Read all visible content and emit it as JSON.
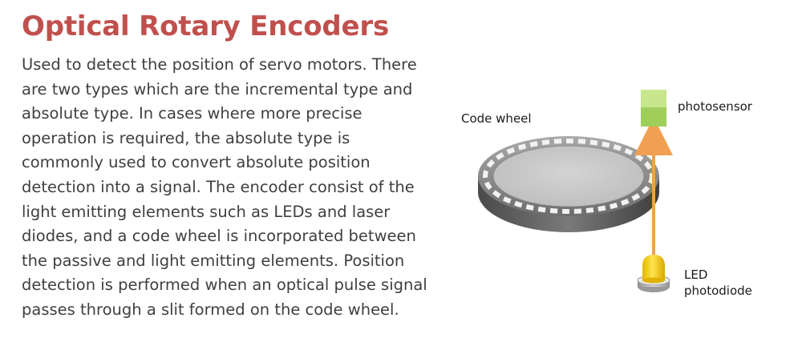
{
  "title": "Optical Rotary Encoders",
  "paragraph_lines": [
    "Used to detect the position of servo motors. There",
    "are two types which are the incremental type and",
    "absolute type. In cases where more precise",
    "operation is required, the absolute type is",
    "commonly used to convert absolute position",
    "detection into a signal. The encoder consist of the",
    "light emitting elements such as LEDs and laser",
    "diodes, and a code wheel is incorporated between",
    "the passive and light emitting elements. Position",
    "detection is performed when an optical pulse signal",
    "passes through a slit formed on the code wheel."
  ],
  "diagram": {
    "code_wheel_label": "Code wheel",
    "photosensor_label": "photosensor",
    "led_label_line1": "LED",
    "led_label_line2": "photodiode"
  },
  "colors": {
    "title": "#c0504d",
    "body_text": "#3f3f3f",
    "arrow": "#f0a050",
    "photosensor_top": "#c8e68c",
    "photosensor_bottom": "#9fcf5a",
    "led": "#ffd700"
  }
}
